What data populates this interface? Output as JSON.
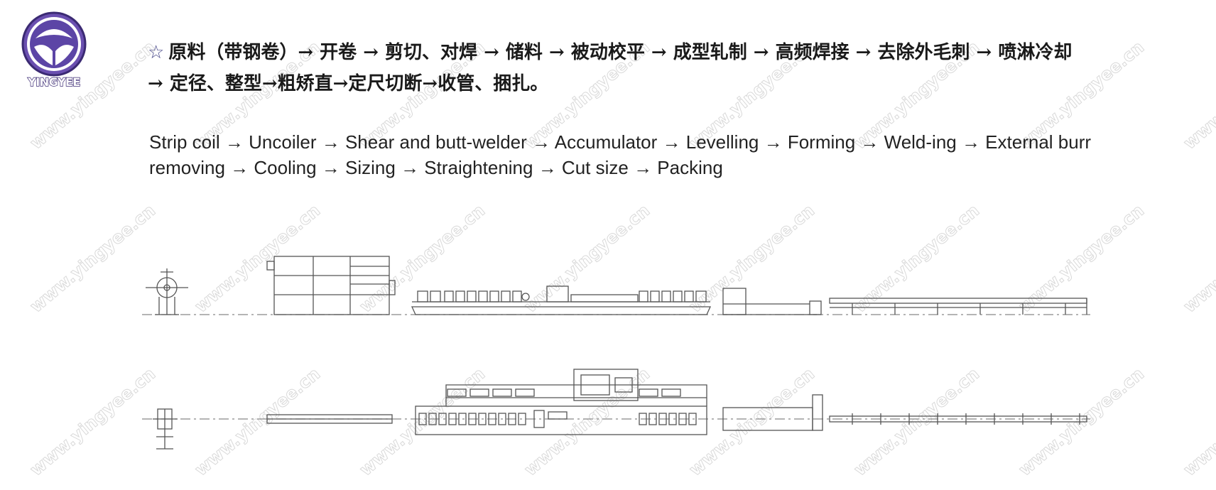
{
  "logo": {
    "name": "YINGYEE"
  },
  "process": {
    "star_icon": "star-outline-icon",
    "chinese": "原料（带钢卷）→ 开卷 → 剪切、对焊 → 储料 → 被动校平 → 成型轧制 → 高频焊接 → 去除外毛刺 → 喷淋冷却 → 定径、整型→粗矫直→定尺切断→收管、捆扎。",
    "english": "Strip coil → Uncoiler → Shear and butt-welder → Accumulator → Levelling → Forming → Weld-ing → External burr removing → Cooling → Sizing → Straightening → Cut size → Packing"
  },
  "watermark": {
    "text": "www.yingyee.cn"
  }
}
